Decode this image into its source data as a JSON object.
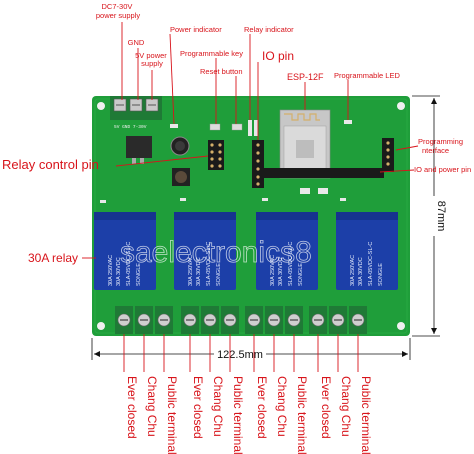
{
  "labels": {
    "dc_supply": "DC7-30V\npower supply",
    "gnd": "GND",
    "five_v": "5V power\nsupply",
    "power_indicator": "Power indicator",
    "relay_indicator": "Relay indicator",
    "programmable_key": "Programmable key",
    "reset_button": "Reset button",
    "io_pin_top": "IO pin",
    "esp": "ESP-12F",
    "programmable_led": "Programmable LED",
    "programming_interface": "Programming\nnterface",
    "io_power_pin": "IO and power pin",
    "relay_control_pin": "Relay control pin",
    "relay_30a": "30A relay",
    "width_dim": "122.5mm",
    "height_dim": "87mm"
  },
  "relay_marking": {
    "model": "SLA-05VDC-SL-C",
    "brand": "SONGLE",
    "spec1": "30A 250VAC",
    "spec2": "30A 30VDC"
  },
  "watermark": "saelectronics8",
  "terminal_labels": [
    "Ever closed",
    "Chang Chu",
    "Public terminal",
    "Ever closed",
    "Chang Chu",
    "Public terminal",
    "Ever closed",
    "Chang Chu",
    "Public terminal",
    "Ever closed",
    "Chang Chu",
    "Public terminal"
  ],
  "colors": {
    "pcb": "#1f9e3a",
    "relay": "#1c3fa8",
    "terminal": "#1f7a36",
    "label_red": "#d8141b"
  }
}
